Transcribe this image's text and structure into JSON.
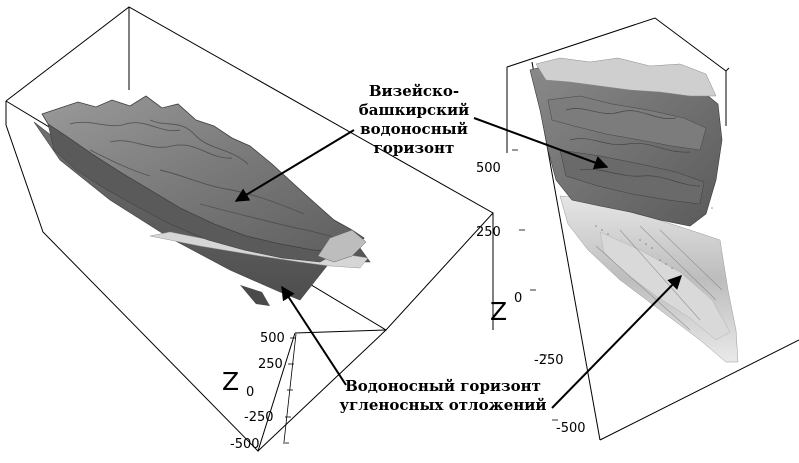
{
  "annotations": {
    "vizey_bashkir": {
      "lines": [
        "Визейско-",
        "башкирский",
        "водоносный",
        "горизонт"
      ]
    },
    "coal": {
      "lines": [
        "Водоносный горизонт",
        "угленосных отложений"
      ]
    }
  },
  "left_model": {
    "axis_label": "Z",
    "ticks": [
      "500",
      "250",
      "0",
      "-250",
      "-500"
    ]
  },
  "right_model": {
    "axis_label": "Z",
    "ticks": [
      "500",
      "250",
      "0",
      "-250",
      "-500"
    ]
  },
  "colors": {
    "box_edge": "#000000",
    "surface_dark": "#6e6e6e",
    "surface_mid": "#8c8c8c",
    "surface_light": "#c8c8c8",
    "arrow": "#000000"
  }
}
